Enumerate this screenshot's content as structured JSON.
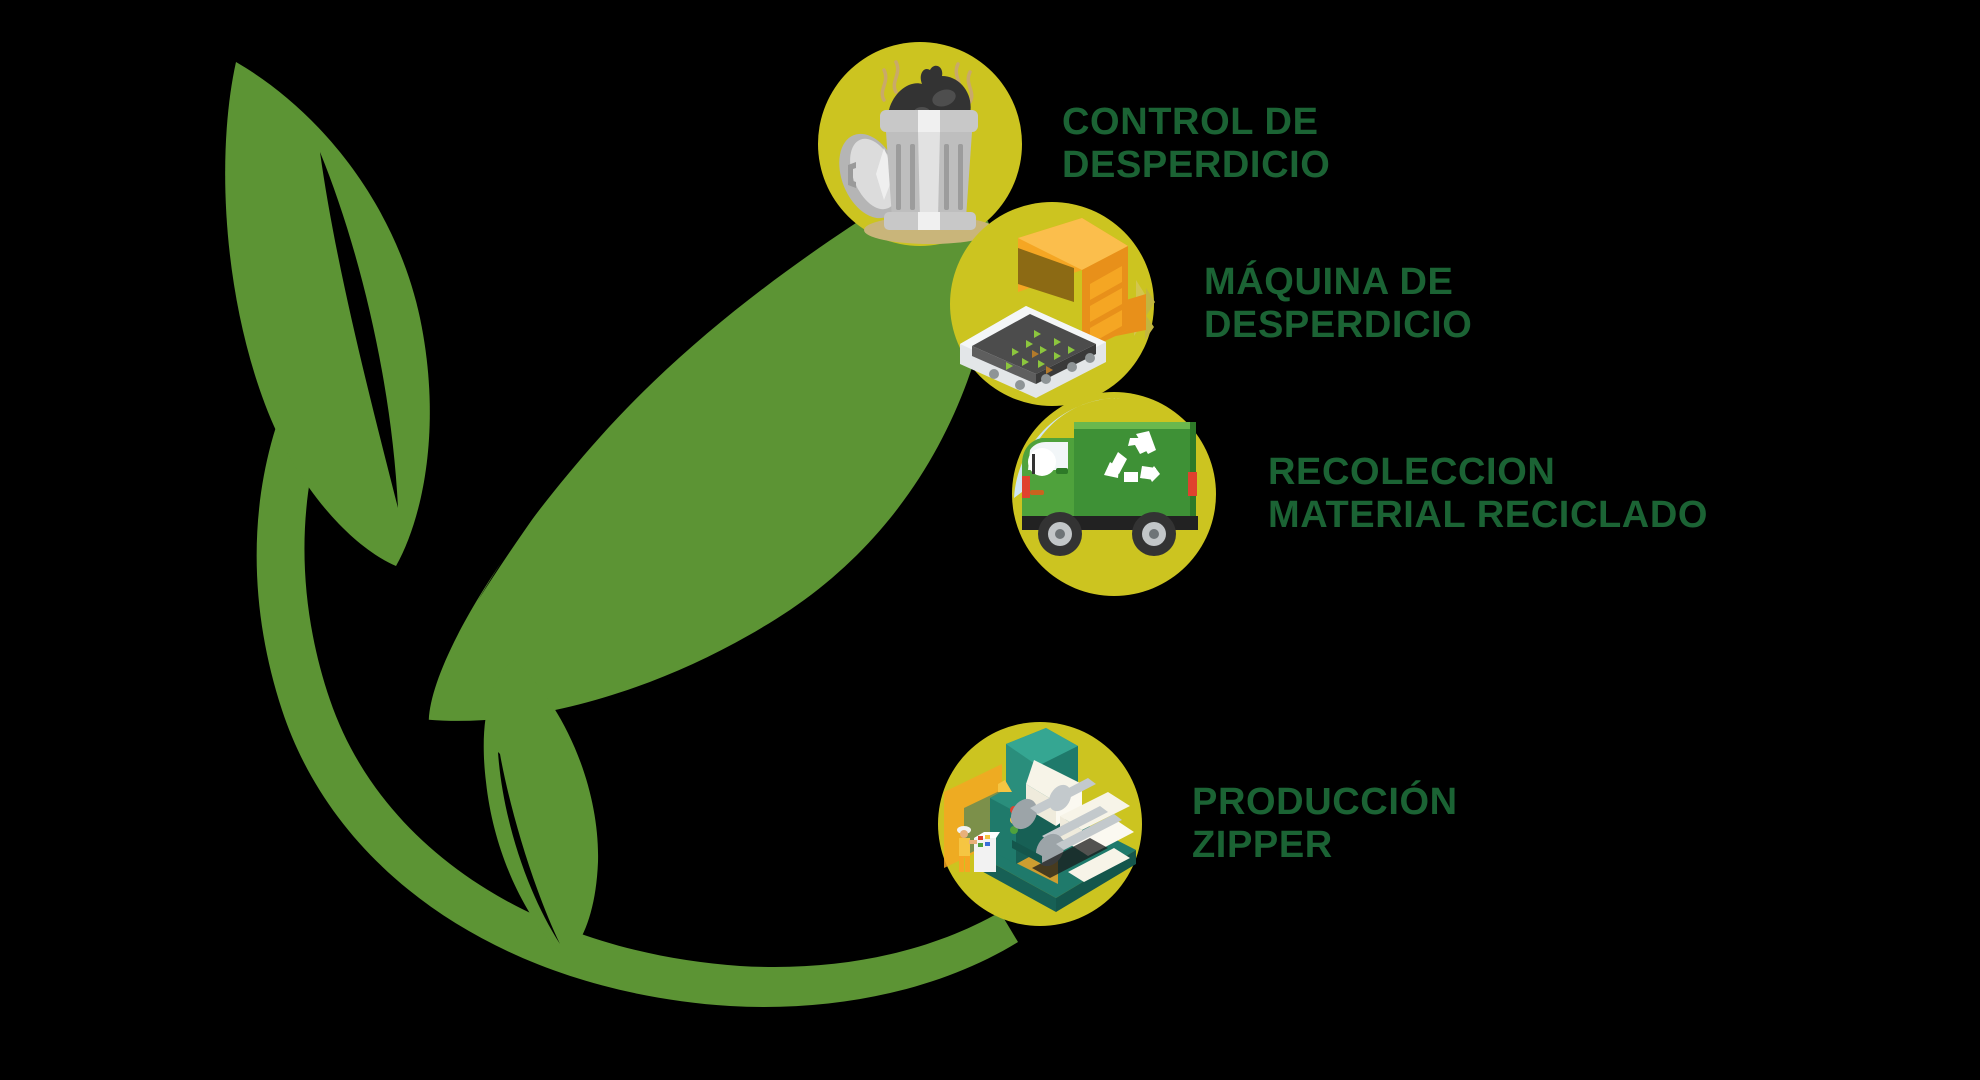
{
  "colors": {
    "background": "#000000",
    "badge_yellow": "#CCC420",
    "label_green": "#1B6334",
    "leaf_green": "#5C9434",
    "leaf_green_dark": "#4E8A2E",
    "truck_green": "#4FA23C",
    "truck_body_green": "#3E9136",
    "machine_orange": "#F5A623",
    "machine_orange_dark": "#E8901A",
    "press_teal": "#1F7A6B",
    "can_grey": "#A8A8A8",
    "can_light": "#E8E8E8",
    "bag_black": "#333333",
    "sky_blue": "#CFE6F5"
  },
  "graphic": {
    "plant_name": "eco-plant-leaf-circle",
    "description": "Green sprout with two leaves whose stem sweeps into a large circular arc",
    "leaves": 3
  },
  "steps": [
    {
      "id": "step-1",
      "order": 1,
      "icon_name": "trash-can-icon",
      "icon_description": "Open metal garbage can with black trash bag and lid leaning against it",
      "label": "CONTROL DE\nDESPERDICIO",
      "label_lines": [
        "CONTROL DE",
        "DESPERDICIO"
      ]
    },
    {
      "id": "step-2",
      "order": 2,
      "icon_name": "waste-conveyor-machine-icon",
      "icon_description": "Isometric orange sorting machine with conveyor belt carrying waste chips",
      "label": "MÁQUINA DE\nDESPERDICIO",
      "label_lines": [
        "MÁQUINA DE",
        "DESPERDICIO"
      ]
    },
    {
      "id": "step-3",
      "order": 3,
      "icon_name": "recycling-truck-icon",
      "icon_description": "Green collection truck with white recycling symbol on its box body",
      "label": "RECOLECCION\nMATERIAL RECICLADO",
      "label_lines": [
        "RECOLECCION",
        "MATERIAL RECICLADO"
      ]
    },
    {
      "id": "step-4",
      "order": 4,
      "icon_name": "zipper-production-machine-icon",
      "icon_description": "Isometric teal industrial press with paper rolls, safety fence and operator at control panel",
      "label": "PRODUCCIÓN\nZIPPER",
      "label_lines": [
        "PRODUCCIÓN",
        "ZIPPER"
      ]
    }
  ]
}
